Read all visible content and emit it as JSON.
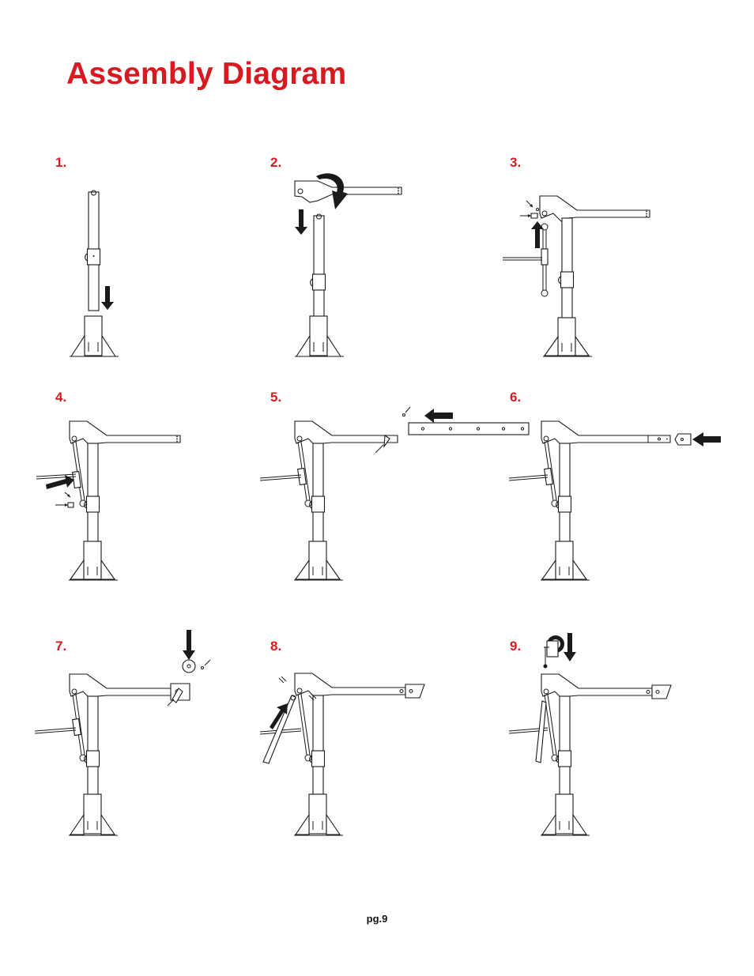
{
  "page": {
    "title": "Assembly Diagram",
    "page_number": "pg.9",
    "accent_color": "#d71920"
  },
  "steps": [
    {
      "number": "1."
    },
    {
      "number": "2."
    },
    {
      "number": "3."
    },
    {
      "number": "4."
    },
    {
      "number": "5."
    },
    {
      "number": "6."
    },
    {
      "number": "7."
    },
    {
      "number": "8."
    },
    {
      "number": "9."
    }
  ]
}
